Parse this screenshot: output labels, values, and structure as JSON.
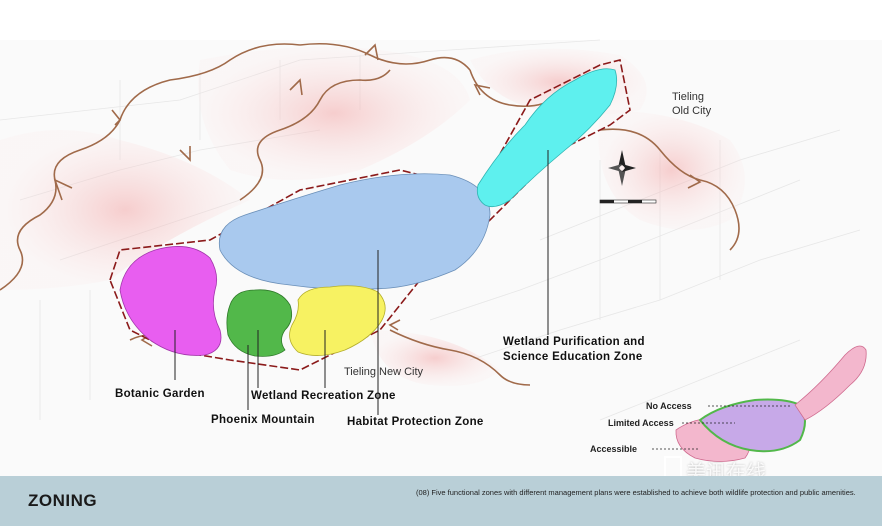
{
  "labels": {
    "tieling_old_city": [
      "Tieling",
      "Old City"
    ],
    "tieling_new_city": "Tieling New City",
    "wetland_purification": [
      "Wetland Purification and",
      "Science Education Zone"
    ],
    "botanic_garden": "Botanic Garden",
    "wetland_recreation": "Wetland Recreation Zone",
    "phoenix_mountain": "Phoenix Mountain",
    "habitat_protection": "Habitat Protection Zone"
  },
  "legend": {
    "no_access": "No Access",
    "limited_access": "Limited Access",
    "accessible": "Accessible"
  },
  "footer": {
    "title": "ZONING",
    "caption": "(08) Five functional zones with different management plans were established to achieve both wildlife protection and public amenities."
  },
  "watermark": "美讯在线",
  "colors": {
    "botanic_garden": "#e85ef0",
    "phoenix_mountain": "#52b84a",
    "wetland_recreation": "#f7f262",
    "habitat_protection": "#a9c9ee",
    "wetland_purification": "#5ef0ee",
    "pink_zone": "#f3b7cd",
    "lavender_zone": "#c7a9e8",
    "arrow": "#a06a4a",
    "boundary": "#8b1a1a",
    "footer_bg": "#b9cfd7"
  },
  "icons": [
    "north-arrow-icon",
    "scale-bar-icon"
  ]
}
